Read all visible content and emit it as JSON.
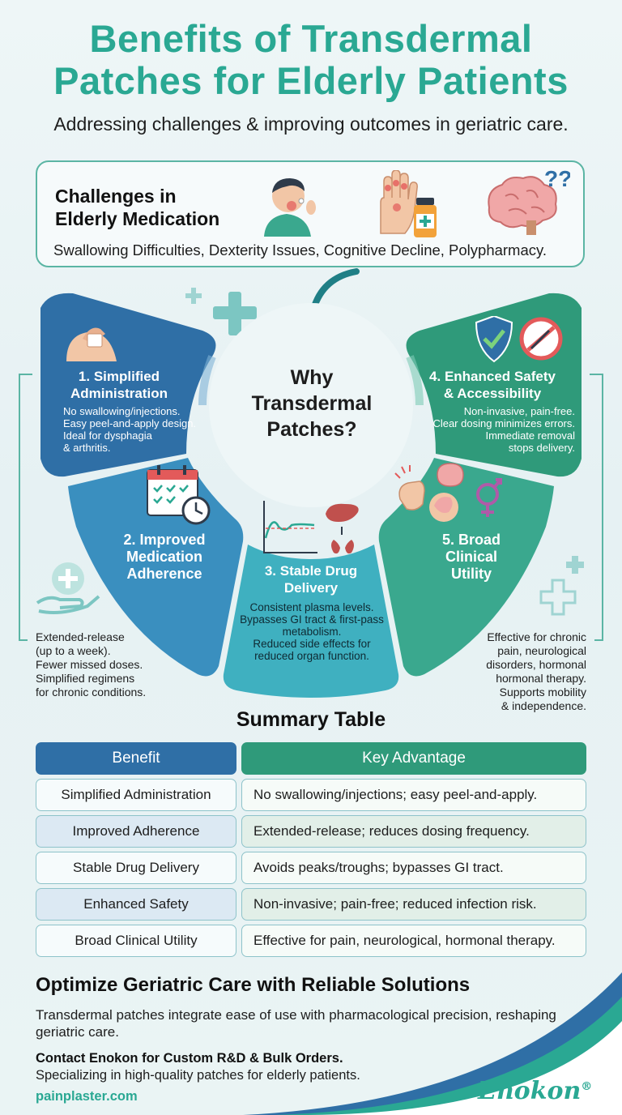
{
  "header": {
    "title": "Benefits of Transdermal Patches for Elderly Patients",
    "title_line1": "Benefits of Transdermal",
    "title_line2": "Patches for Elderly Patients",
    "subtitle": "Addressing challenges & improving outcomes in geriatric care."
  },
  "challenges": {
    "title_line1": "Challenges in",
    "title_line2": "Elderly Medication",
    "text": "Swallowing Difficulties, Dexterity Issues, Cognitive Decline, Polypharmacy.",
    "icons": [
      "swallowing-person-icon",
      "arthritic-hand-icon",
      "medicine-bottle-icon",
      "brain-question-icon"
    ]
  },
  "wheel": {
    "center_line1": "Why",
    "center_line2": "Transdermal",
    "center_line3": "Patches?",
    "segments": [
      {
        "label_line1": "1. Simplified",
        "label_line2": "Administration",
        "desc": [
          "No swallowing/injections.",
          "Easy peel-and-apply design.",
          "Ideal for dysphagia",
          "& arthritis."
        ],
        "color": "#2f6fa6"
      },
      {
        "label_line1": "2. Improved",
        "label_line2": "Medication",
        "label_line3": "Adherence",
        "desc": [
          "Extended-release",
          "(up to a week).",
          "Fewer missed doses.",
          "Simplified regimens",
          "for chronic conditions."
        ],
        "color": "#3a8fbf"
      },
      {
        "label_line1": "3. Stable Drug",
        "label_line2": "Delivery",
        "desc": [
          "Consistent plasma levels.",
          "Bypasses GI tract & first-pass",
          "metabolism.",
          "Reduced side effects for",
          "reduced organ function."
        ],
        "color": "#3fb0c0"
      },
      {
        "label_line1": "4. Enhanced Safety",
        "label_line2": "& Accessibility",
        "desc": [
          "Non-invasive, pain-free.",
          "Clear dosing minimizes errors.",
          "Immediate removal",
          "stops delivery."
        ],
        "color": "#2f9a7a"
      },
      {
        "label_line1": "5. Broad",
        "label_line2": "Clinical",
        "label_line3": "Utility",
        "desc": [
          "Effective for chronic",
          "pain, neurological",
          "disorders, hormonal",
          "hormonal therapy.",
          "Supports mobility",
          "& independence."
        ],
        "color": "#3aa88e"
      }
    ]
  },
  "summary": {
    "title": "Summary Table",
    "col_benefit": "Benefit",
    "col_advantage": "Key Advantage",
    "rows": [
      {
        "benefit": "Simplified Administration",
        "advantage": "No swallowing/injections; easy peel-and-apply."
      },
      {
        "benefit": "Improved Adherence",
        "advantage": "Extended-release; reduces dosing frequency."
      },
      {
        "benefit": "Stable Drug Delivery",
        "advantage": "Avoids peaks/troughs; bypasses GI tract."
      },
      {
        "benefit": "Enhanced Safety",
        "advantage": "Non-invasive; pain-free; reduced infection risk."
      },
      {
        "benefit": "Broad Clinical Utility",
        "advantage": "Effective for pain, neurological, hormonal therapy."
      }
    ],
    "header_color_benefit": "#2f6fa6",
    "header_color_advantage": "#2f9a7a"
  },
  "cta": {
    "title": "Optimize Geriatric Care with Reliable Solutions",
    "text": "Transdermal patches integrate ease of use with pharmacological precision, reshaping geriatric care.",
    "contact_title": "Contact Enokon for Custom R&D & Bulk Orders.",
    "contact_text": "Specializing in high-quality patches for elderly patients.",
    "website": "painplaster.com",
    "brand": "Enokon",
    "brand_mark": "®"
  },
  "colors": {
    "title": "#2aa893",
    "accent_teal": "#2aa893",
    "blue": "#2f6fa6",
    "green": "#2f9a7a"
  }
}
